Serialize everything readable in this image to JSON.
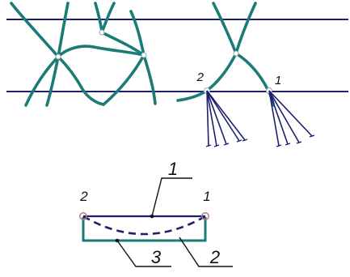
{
  "colors": {
    "background": "#ffffff",
    "line_dark_blue": "#1f1f6e",
    "fiber_teal": "#1b7b77",
    "node_outline": "#9aaab3",
    "end_node_outline": "#b57b7b",
    "label_black": "#111111"
  },
  "top_diagram": {
    "node_labels": [
      "2",
      "1"
    ]
  },
  "bottom_diagram": {
    "end_labels": [
      "2",
      "1"
    ],
    "callout_labels": [
      "1",
      "3",
      "2"
    ]
  }
}
